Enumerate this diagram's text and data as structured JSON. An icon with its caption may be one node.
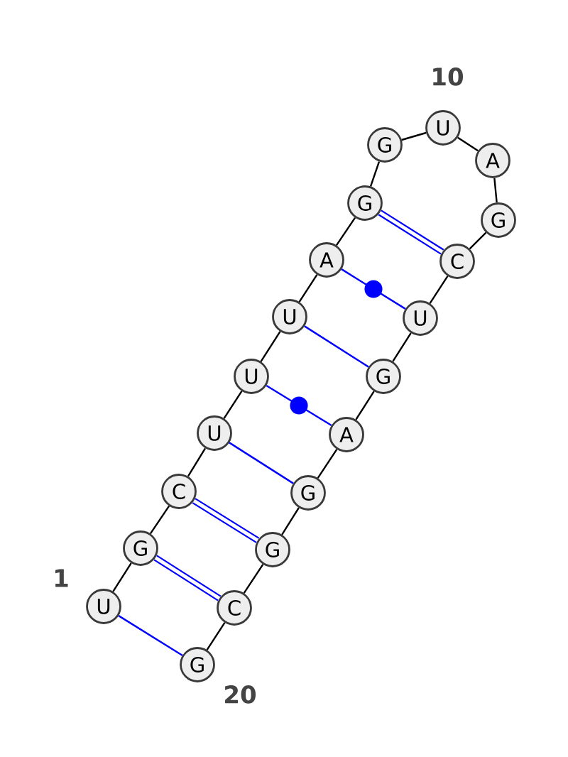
{
  "diagram": {
    "nodes": [
      {
        "text": [
          "U"
        ]
      },
      {
        "text": [
          "G"
        ]
      },
      {
        "text": [
          "C"
        ]
      },
      {
        "text": [
          "U"
        ]
      },
      {
        "text": [
          "U"
        ]
      },
      {
        "text": [
          "U"
        ]
      },
      {
        "text": [
          "A"
        ]
      },
      {
        "text": [
          "G"
        ]
      },
      {
        "text": [
          "G"
        ]
      },
      {
        "text": [
          "U"
        ]
      },
      {
        "text": [
          "A"
        ]
      },
      {
        "text": [
          "G"
        ]
      },
      {
        "text": [
          "C"
        ]
      },
      {
        "text": [
          "U"
        ]
      },
      {
        "text": [
          "G"
        ]
      },
      {
        "text": [
          "A"
        ]
      },
      {
        "text": [
          "G"
        ]
      },
      {
        "text": [
          "G"
        ]
      },
      {
        "text": [
          "C"
        ]
      },
      {
        "text": [
          "G"
        ]
      }
    ],
    "edges": [
      {
        "from": 0,
        "to": 1,
        "arrow": "none"
      },
      {
        "from": 1,
        "to": 2,
        "arrow": "none"
      },
      {
        "from": 2,
        "to": 3,
        "arrow": "none"
      },
      {
        "from": 3,
        "to": 4,
        "arrow": "none"
      },
      {
        "from": 4,
        "to": 5,
        "arrow": "none"
      },
      {
        "from": 5,
        "to": 6,
        "arrow": "none"
      },
      {
        "from": 6,
        "to": 7,
        "arrow": "none"
      },
      {
        "from": 7,
        "to": 8,
        "arrow": "none"
      },
      {
        "from": 8,
        "to": 9,
        "arrow": "none"
      },
      {
        "from": 9,
        "to": 10,
        "arrow": "none"
      },
      {
        "from": 10,
        "to": 11,
        "arrow": "none"
      },
      {
        "from": 11,
        "to": 12,
        "arrow": "none"
      },
      {
        "from": 12,
        "to": 13,
        "arrow": "none"
      },
      {
        "from": 13,
        "to": 14,
        "arrow": "none"
      },
      {
        "from": 14,
        "to": 15,
        "arrow": "none"
      },
      {
        "from": 15,
        "to": 16,
        "arrow": "none"
      },
      {
        "from": 16,
        "to": 17,
        "arrow": "none"
      },
      {
        "from": 17,
        "to": 18,
        "arrow": "none"
      },
      {
        "from": 18,
        "to": 19,
        "arrow": "none"
      },
      {
        "from": 0,
        "to": 19,
        "arrow": "none",
        "color": "#0000ff"
      },
      {
        "from": 1,
        "to": 18,
        "arrow": "none",
        "style": "thick",
        "color": "#0000ff"
      },
      {
        "from": 2,
        "to": 17,
        "arrow": "none",
        "style": "thick",
        "color": "#0000ff"
      },
      {
        "from": 3,
        "to": 16,
        "arrow": "none",
        "color": "#0000ff"
      },
      {
        "from": 4,
        "to": 15,
        "arrow": "none",
        "color": "#0000ff"
      },
      {
        "from": 5,
        "to": 14,
        "arrow": "none",
        "color": "#0000ff"
      },
      {
        "from": 6,
        "to": 13,
        "arrow": "none",
        "color": "#0000ff"
      },
      {
        "from": 7,
        "to": 12,
        "arrow": "none",
        "style": "thick",
        "color": "#0000ff"
      }
    ],
    "labels": [
      "10",
      "1",
      "20"
    ]
  }
}
